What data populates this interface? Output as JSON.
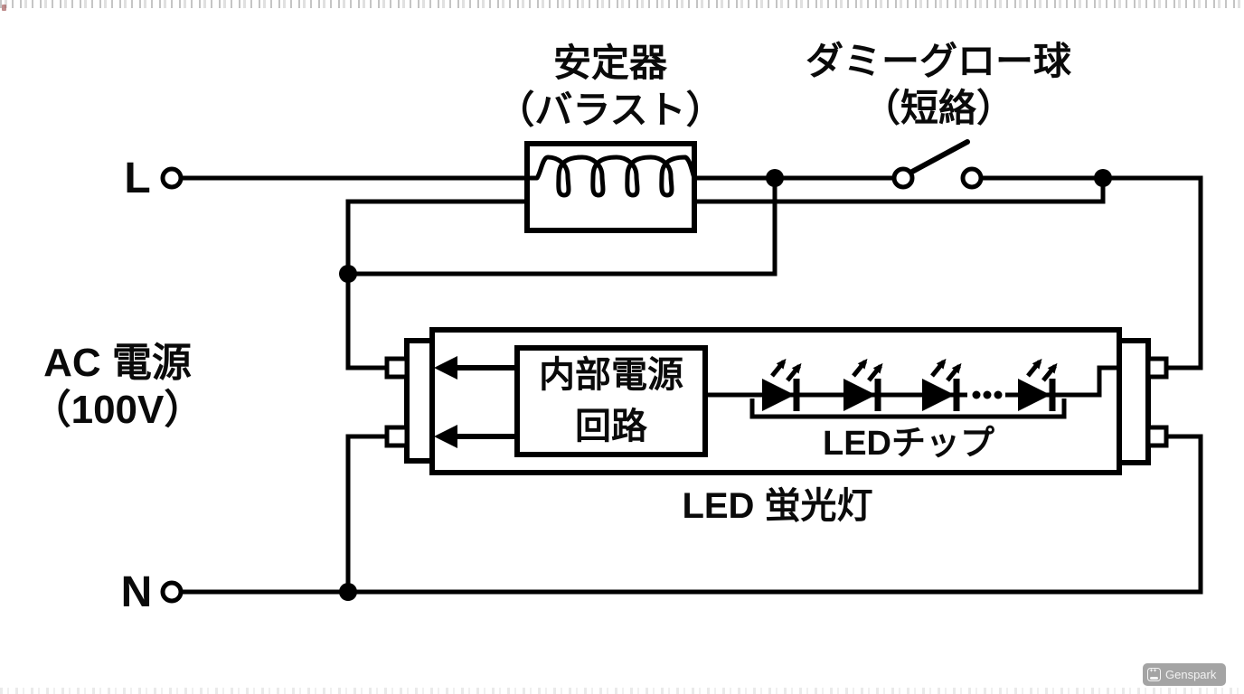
{
  "diagram": {
    "labels": {
      "ballast": {
        "line1": "安定器",
        "line2": "（バラスト）"
      },
      "dummy_glow": {
        "line1": "ダミーグロー球",
        "line2": "（短絡）"
      },
      "ac_source": {
        "line1": "AC 電源",
        "line2": "（100V）"
      },
      "terminal_live": "L",
      "terminal_neutral": "N",
      "internal_psu": {
        "line1": "内部電源",
        "line2": "回路"
      },
      "led_chip": "LEDチップ",
      "led_tube": "LED 蛍光灯"
    },
    "colors": {
      "line": "#000000",
      "background": "#ffffff",
      "text": "#0a0a0a"
    },
    "icons": {
      "inductor_coil": "coil-icon",
      "open_switch": "switch-icon",
      "led_diode": "led-icon"
    }
  },
  "watermark": {
    "label": "Genspark",
    "icon": "sparkle-badge-icon",
    "background": "#a4a4a4"
  }
}
